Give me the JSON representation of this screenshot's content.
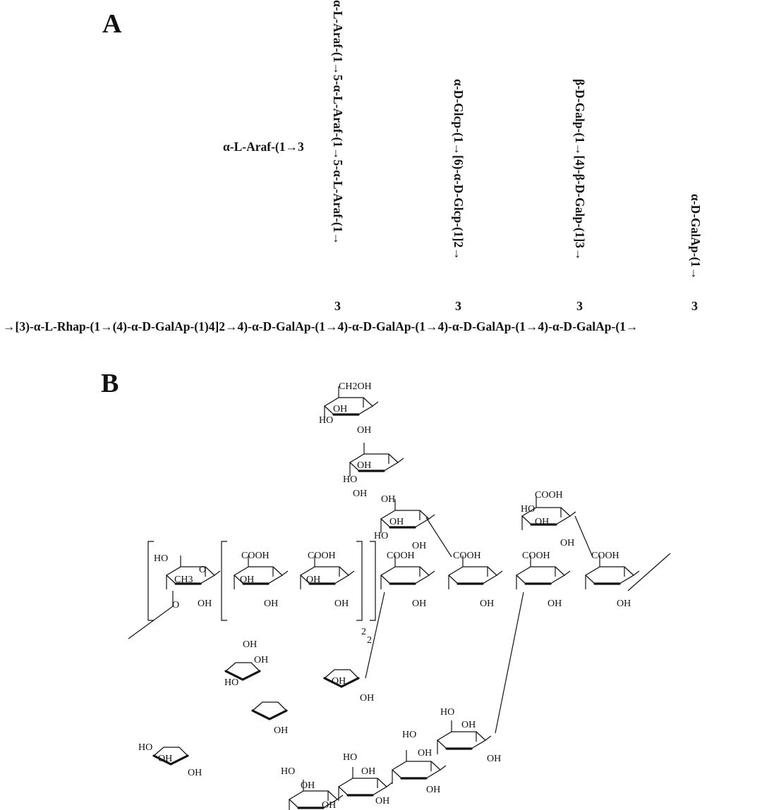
{
  "panel_a": {
    "label": "A",
    "main_chain": "→[3)-α-L-Rhap-(1→(4)-α-D-GalAp-(1)4]2→4)-α-D-GalAp-(1→4)-α-D-GalAp-(1→4)-α-D-GalAp-(1→4)-α-D-GalAp-(1→",
    "branch_1_top": "α-L-Araf-(1→5-α-L-Araf-(1→5-α-L-Araf-(1→",
    "branch_1_side": "α-L-Araf-(1→3",
    "branch_2": "α-D-Glcp-(1→[6)-α-D-Glcp-(1]2→",
    "branch_3": "β-D-Galp-(1→[4)-β-D-Galp-(1]3→",
    "branch_4": "α-D-GalAp-(1→",
    "linkage_position": "3"
  },
  "panel_b": {
    "label": "B",
    "groups": {
      "oh": "OH",
      "ho": "HO",
      "cooh": "COOH",
      "ch2oh": "CH2OH",
      "ch3": "CH3",
      "ring_o": "O",
      "repeat_count": "2"
    }
  }
}
